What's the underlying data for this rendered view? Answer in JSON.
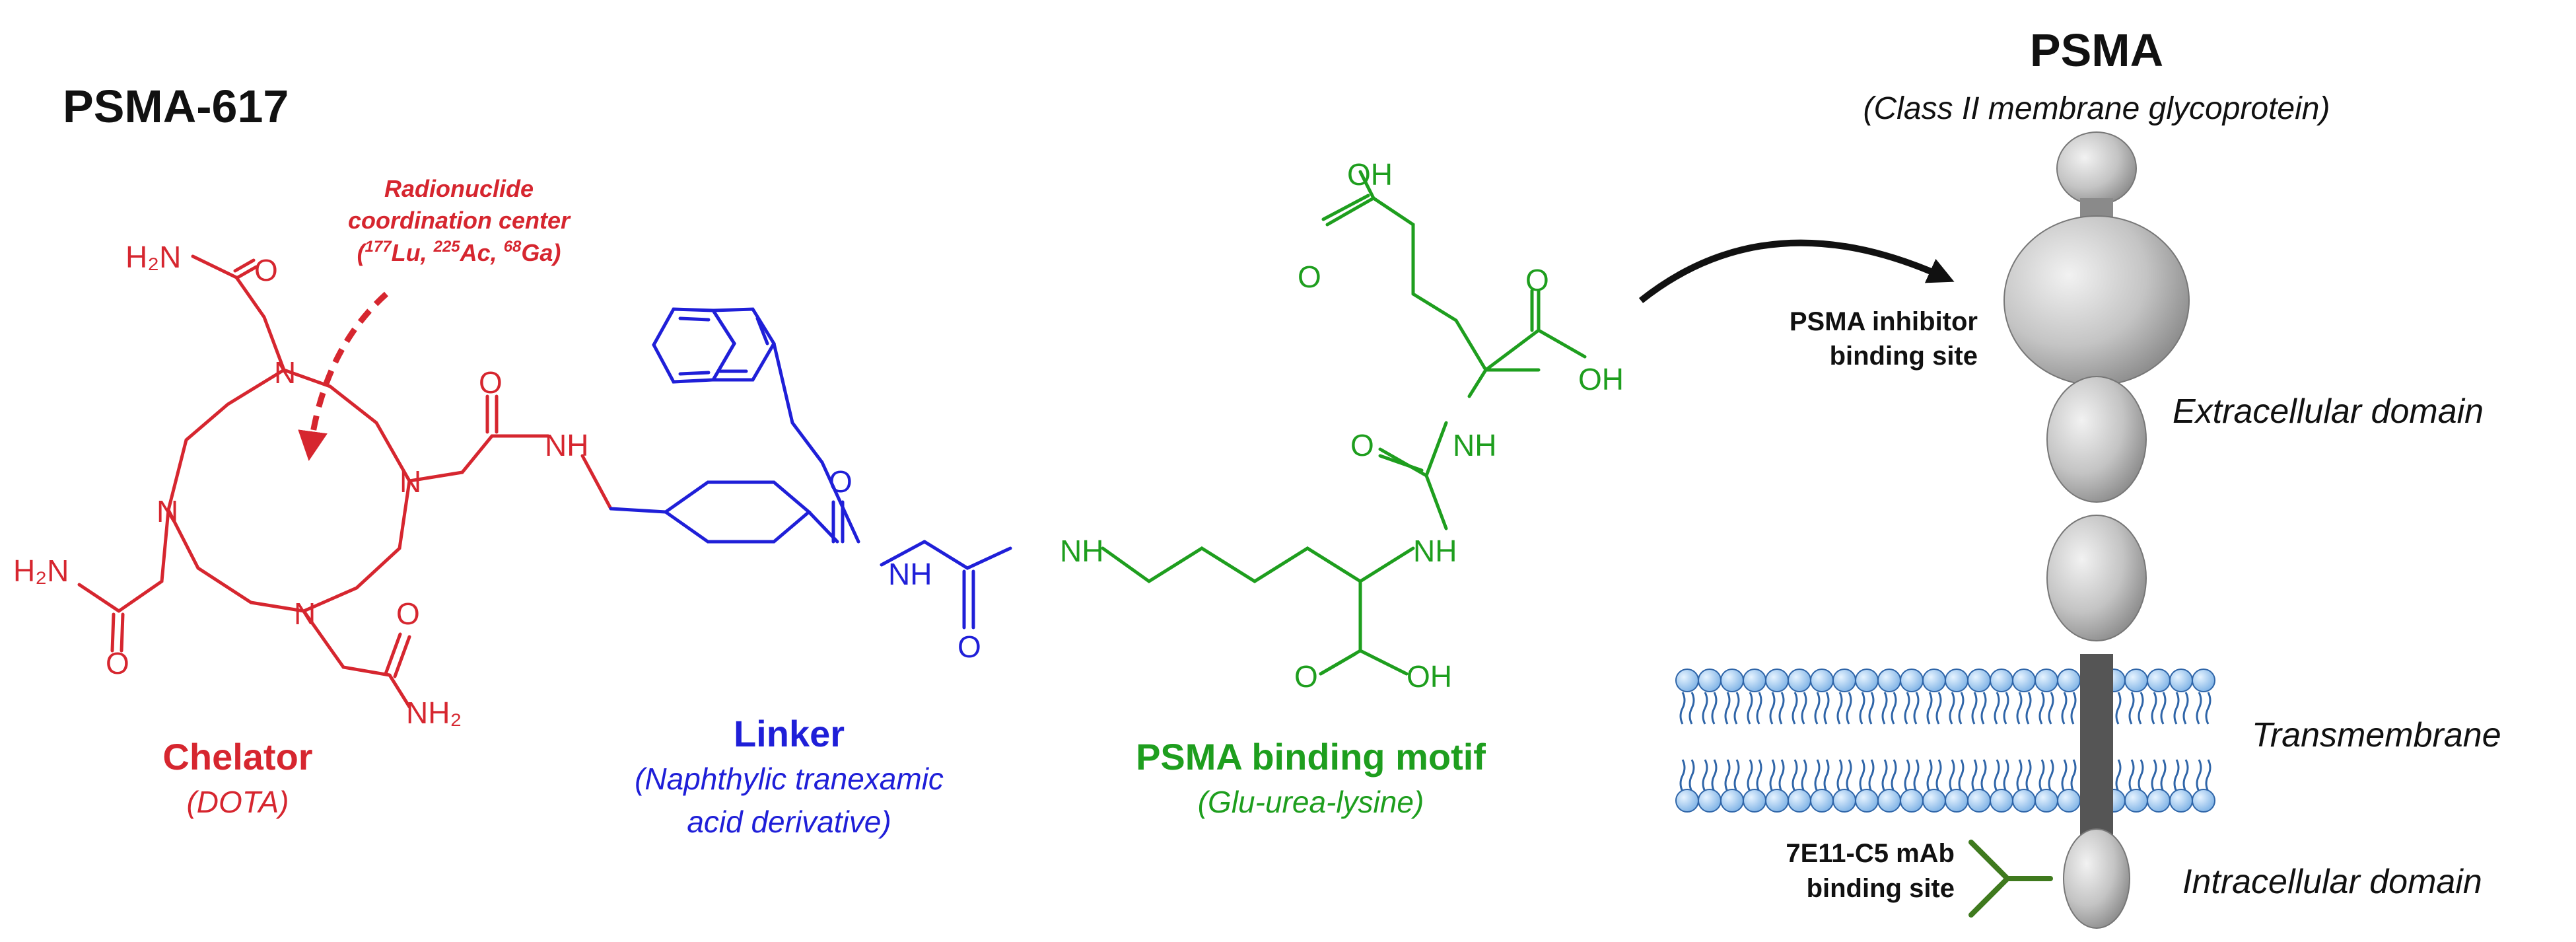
{
  "colors": {
    "chelator": "#d6262f",
    "linker": "#1f1fd8",
    "motif": "#1e9e1e",
    "black": "#111111",
    "membrane_blue": "#a9d1f2",
    "membrane_edge": "#2f65a8",
    "protein_gray": "#bdbdbd",
    "tm_gray": "#555555",
    "antibody": "#3f7a1e"
  },
  "title_left": "PSMA-617",
  "chelator": {
    "name": "Chelator",
    "sub": "(DOTA)",
    "radionuclide_line1": "Radionuclide",
    "radionuclide_line2": "coordination center",
    "isotopes": {
      "lu_mass": "177",
      "lu": "Lu, ",
      "ac_mass": "225",
      "ac": "Ac, ",
      "ga_mass": "68",
      "ga": "Ga)"
    },
    "atoms": {
      "h2n_a": "H₂N",
      "h2n_b": "H₂N",
      "nh2": "NH₂",
      "o1": "O",
      "o2": "O",
      "o3": "O",
      "o4": "O",
      "n1": "N",
      "n2": "N",
      "n3": "N",
      "n4": "N"
    }
  },
  "linker": {
    "name": "Linker",
    "sub_line1": "(Naphthylic tranexamic",
    "sub_line2": "acid derivative)",
    "atoms": {
      "nh1": "NH",
      "nh2": "NH",
      "o1": "O",
      "o2": "O"
    }
  },
  "motif": {
    "name": "PSMA binding motif",
    "sub": "(Glu-urea-lysine)",
    "atoms": {
      "nh_lys": "NH",
      "nh_a": "NH",
      "nh_b": "NH",
      "oh1": "OH",
      "oh2": "OH",
      "oh3": "OH",
      "o1": "O",
      "o2": "O",
      "o3": "O",
      "o4": "O"
    }
  },
  "psma": {
    "title": "PSMA",
    "subtitle": "(Class II membrane glycoprotein)",
    "inhibitor_line1": "PSMA inhibitor",
    "inhibitor_line2": "binding site",
    "extracellular": "Extracellular domain",
    "transmembrane": "Transmembrane",
    "intracellular": "Intracellular domain",
    "mab_line1": "7E11-C5 mAb",
    "mab_line2": "binding site"
  }
}
